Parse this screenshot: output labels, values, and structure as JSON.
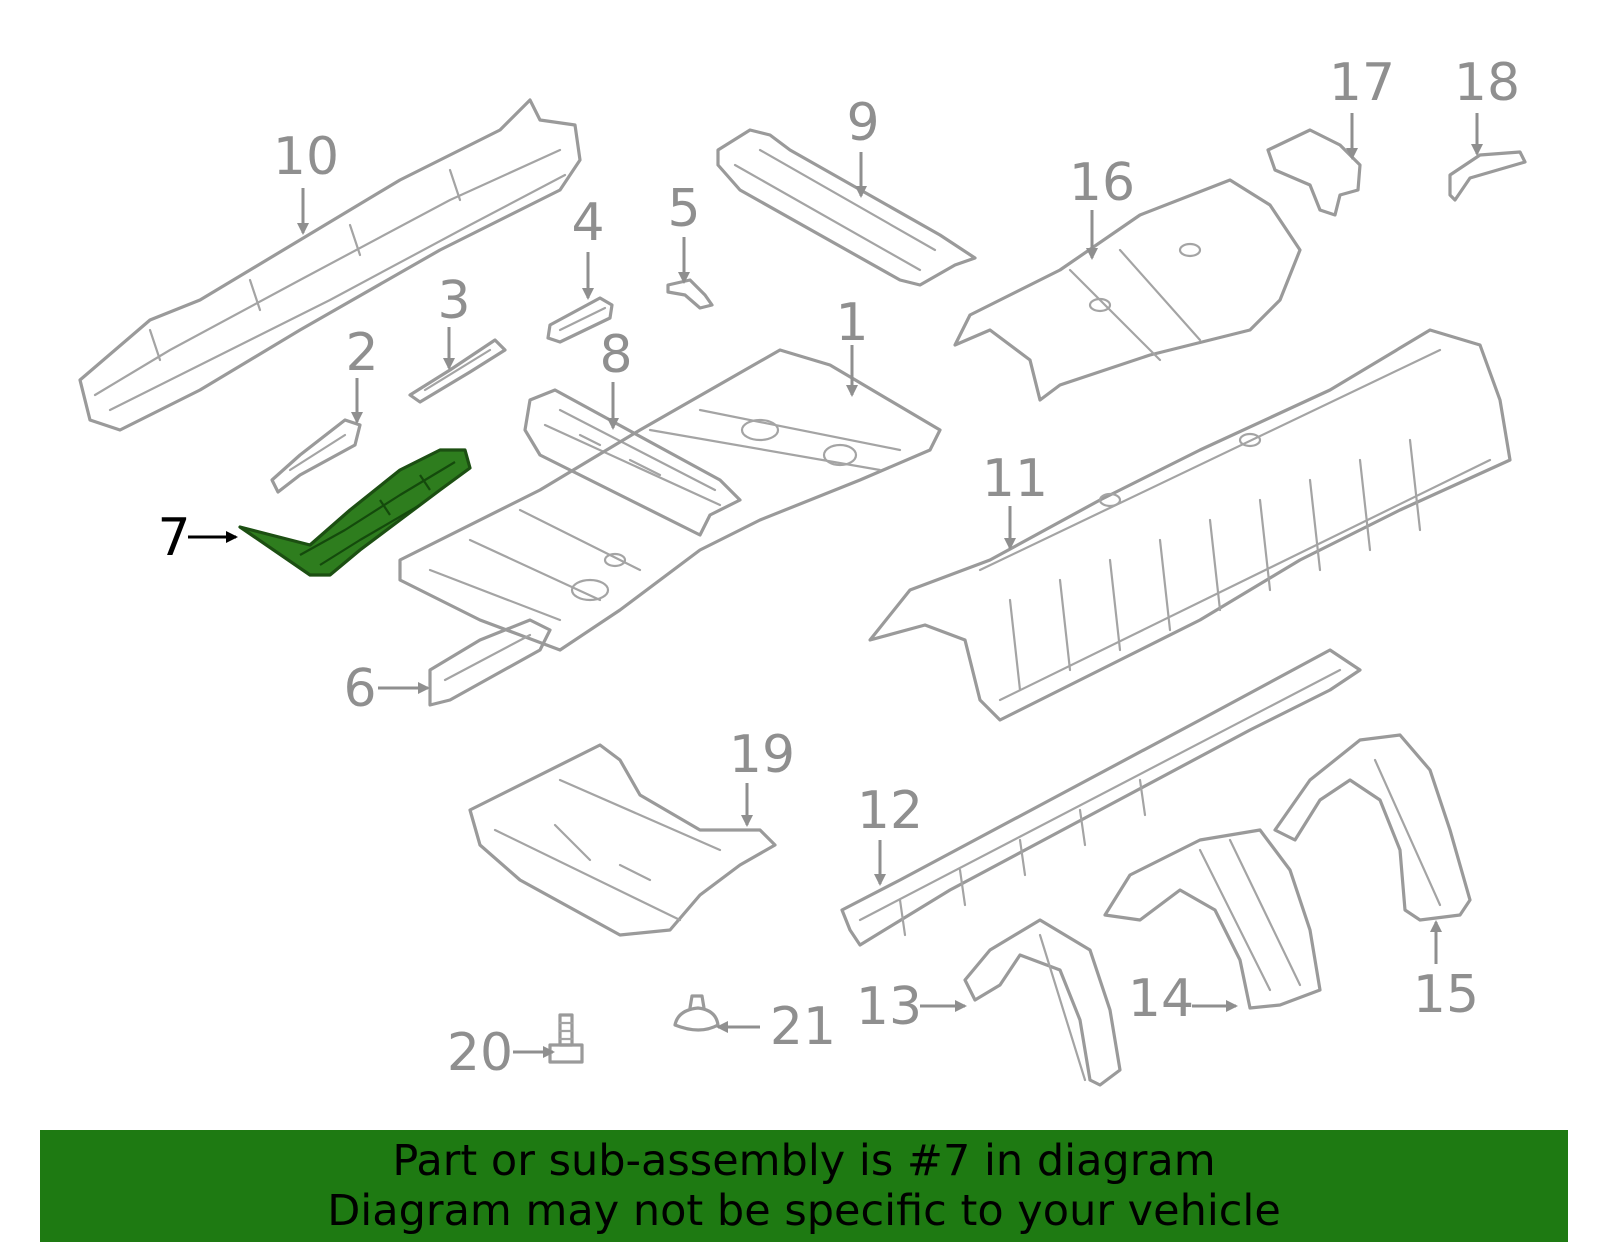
{
  "callouts": {
    "c1": "1",
    "c2": "2",
    "c3": "3",
    "c4": "4",
    "c5": "5",
    "c6": "6",
    "c7": "7",
    "c8": "8",
    "c9": "9",
    "c10": "10",
    "c11": "11",
    "c12": "12",
    "c13": "13",
    "c14": "14",
    "c15": "15",
    "c16": "16",
    "c17": "17",
    "c18": "18",
    "c19": "19",
    "c20": "20",
    "c21": "21"
  },
  "highlighted_part": "7",
  "colors": {
    "highlight": "#2e7d1e",
    "banner": "#1e7a12",
    "linework": "#9a9a9a"
  },
  "banner": {
    "line1": "Part or sub-assembly is #7 in diagram",
    "line2": "Diagram may not be specific to your vehicle"
  }
}
